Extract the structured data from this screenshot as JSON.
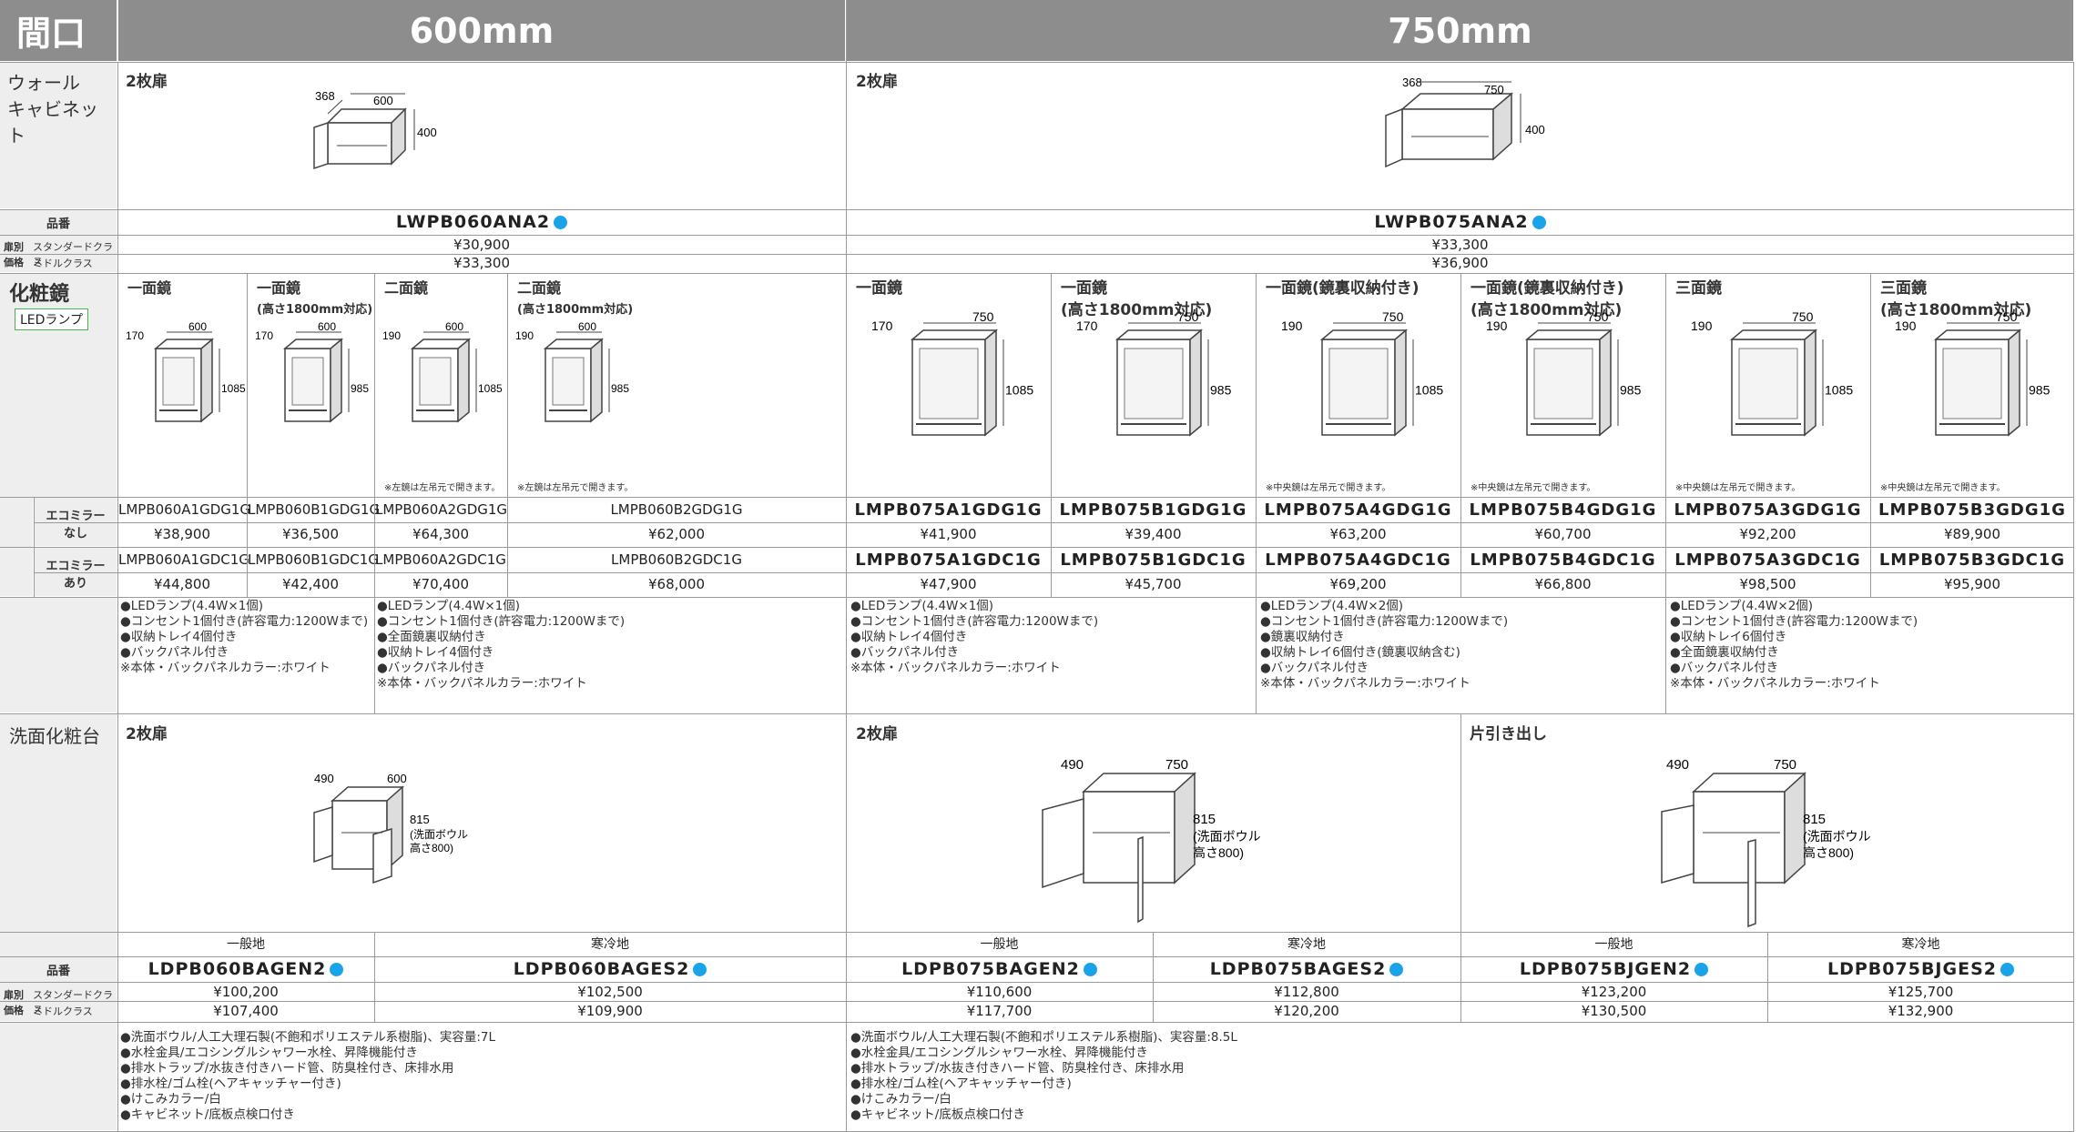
{
  "header": {
    "label": "間口",
    "col600": "600mm",
    "col750": "750mm"
  },
  "wall": {
    "label_line1": "ウォール",
    "label_line2": "キャビネット",
    "door600": "2枚扉",
    "door750": "2枚扉",
    "dims600": {
      "d": "368",
      "w": "600",
      "h": "400"
    },
    "dims750": {
      "d": "368",
      "w": "750",
      "h": "400"
    },
    "hinban_label": "品番",
    "pn600": "LWPB060ANA2",
    "pn750": "LWPB075ANA2",
    "price_label_a": "扉別",
    "price_label_b": "価格",
    "std_label": "スタンダードクラス",
    "mid_label": "ミドルクラス",
    "std600": "¥30,900",
    "std750": "¥33,300",
    "mid600": "¥33,300",
    "mid750": "¥36,900"
  },
  "mirror": {
    "label": "化粧鏡",
    "led_badge": "LEDランプ",
    "row1_label_a": "エコミラー",
    "row1_label_b": "なし",
    "row2_label_a": "エコミラー",
    "row2_label_b": "あり",
    "items": [
      {
        "t1": "一面鏡",
        "t2": "",
        "d": "170",
        "w": "600",
        "h": "1085",
        "note": "",
        "pn1": "LMPB060A1GDG1G",
        "p1": "¥38,900",
        "pn2": "LMPB060A1GDC1G",
        "p2": "¥44,800"
      },
      {
        "t1": "一面鏡",
        "t2": "(高さ1800mm対応)",
        "d": "170",
        "w": "600",
        "h": "985",
        "note": "",
        "pn1": "LMPB060B1GDG1G",
        "p1": "¥36,500",
        "pn2": "LMPB060B1GDC1G",
        "p2": "¥42,400"
      },
      {
        "t1": "二面鏡",
        "t2": "",
        "d": "190",
        "w": "600",
        "h": "1085",
        "note": "※左鏡は左吊元で開きます。",
        "pn1": "LMPB060A2GDG1G",
        "p1": "¥64,300",
        "pn2": "LMPB060A2GDC1G",
        "p2": "¥70,400"
      },
      {
        "t1": "二面鏡",
        "t2": "(高さ1800mm対応)",
        "d": "190",
        "w": "600",
        "h": "985",
        "note": "※左鏡は左吊元で開きます。",
        "pn1": "LMPB060B2GDG1G",
        "p1": "¥62,000",
        "pn2": "LMPB060B2GDC1G",
        "p2": "¥68,000"
      },
      {
        "t1": "一面鏡",
        "t2": "",
        "d": "170",
        "w": "750",
        "h": "1085",
        "note": "",
        "pn1": "LMPB075A1GDG1G",
        "p1": "¥41,900",
        "pn2": "LMPB075A1GDC1G",
        "p2": "¥47,900"
      },
      {
        "t1": "一面鏡",
        "t2": "(高さ1800mm対応)",
        "d": "170",
        "w": "750",
        "h": "985",
        "note": "",
        "pn1": "LMPB075B1GDG1G",
        "p1": "¥39,400",
        "pn2": "LMPB075B1GDC1G",
        "p2": "¥45,700"
      },
      {
        "t1": "一面鏡(鏡裏収納付き)",
        "t2": "",
        "d": "190",
        "w": "750",
        "h": "1085",
        "note": "※中央鏡は左吊元で開きます。",
        "pn1": "LMPB075A4GDG1G",
        "p1": "¥63,200",
        "pn2": "LMPB075A4GDC1G",
        "p2": "¥69,200"
      },
      {
        "t1": "一面鏡(鏡裏収納付き)",
        "t2": "(高さ1800mm対応)",
        "d": "190",
        "w": "750",
        "h": "985",
        "note": "※中央鏡は左吊元で開きます。",
        "pn1": "LMPB075B4GDG1G",
        "p1": "¥60,700",
        "pn2": "LMPB075B4GDC1G",
        "p2": "¥66,800"
      },
      {
        "t1": "三面鏡",
        "t2": "",
        "d": "190",
        "w": "750",
        "h": "1085",
        "note": "※中央鏡は左吊元で開きます。",
        "pn1": "LMPB075A3GDG1G",
        "p1": "¥92,200",
        "pn2": "LMPB075A3GDC1G",
        "p2": "¥98,500"
      },
      {
        "t1": "三面鏡",
        "t2": "(高さ1800mm対応)",
        "d": "190",
        "w": "750",
        "h": "985",
        "note": "※中央鏡は左吊元で開きます。",
        "pn1": "LMPB075B3GDG1G",
        "p1": "¥89,900",
        "pn2": "LMPB075B3GDC1G",
        "p2": "¥95,900"
      }
    ],
    "features": [
      [
        "●LEDランプ(4.4W×1個)",
        "●コンセント1個付き(許容電力:1200Wまで)",
        "●収納トレイ4個付き",
        "●バックパネル付き",
        "※本体・バックパネルカラー:ホワイト"
      ],
      [
        "●LEDランプ(4.4W×1個)",
        "●コンセント1個付き(許容電力:1200Wまで)",
        "●全面鏡裏収納付き",
        "●収納トレイ4個付き",
        "●バックパネル付き",
        "※本体・バックパネルカラー:ホワイト"
      ],
      [
        "●LEDランプ(4.4W×1個)",
        "●コンセント1個付き(許容電力:1200Wまで)",
        "●収納トレイ4個付き",
        "●バックパネル付き",
        "※本体・バックパネルカラー:ホワイト"
      ],
      [
        "●LEDランプ(4.4W×2個)",
        "●コンセント1個付き(許容電力:1200Wまで)",
        "●鏡裏収納付き",
        "●収納トレイ6個付き(鏡裏収納含む)",
        "●バックパネル付き",
        "※本体・バックパネルカラー:ホワイト"
      ],
      [
        "●LEDランプ(4.4W×2個)",
        "●コンセント1個付き(許容電力:1200Wまで)",
        "●収納トレイ6個付き",
        "●全面鏡裏収納付き",
        "●バックパネル付き",
        "※本体・バックパネルカラー:ホワイト"
      ]
    ]
  },
  "vanity": {
    "label": "洗面化粧台",
    "door600": "2枚扉",
    "door750": "2枚扉",
    "drawer750": "片引き出し",
    "dims600": {
      "d": "490",
      "w": "600",
      "h": "815",
      "note1": "(洗面ボウル",
      "note2": "高さ800)"
    },
    "dims750a": {
      "d": "490",
      "w": "750",
      "h": "815",
      "note1": "(洗面ボウル",
      "note2": "高さ800)"
    },
    "dims750b": {
      "d": "490",
      "w": "750",
      "h": "815",
      "note1": "(洗面ボウル",
      "note2": "高さ800)"
    },
    "region_general": "一般地",
    "region_cold": "寒冷地",
    "hinban_label": "品番",
    "price_label_a": "扉別",
    "price_label_b": "価格",
    "std_label": "スタンダードクラス",
    "mid_label": "ミドルクラス",
    "items": [
      {
        "pn": "LDPB060BAGEN2",
        "std": "¥100,200",
        "mid": "¥107,400"
      },
      {
        "pn": "LDPB060BAGES2",
        "std": "¥102,500",
        "mid": "¥109,900"
      },
      {
        "pn": "LDPB075BAGEN2",
        "std": "¥110,600",
        "mid": "¥117,700"
      },
      {
        "pn": "LDPB075BAGES2",
        "std": "¥112,800",
        "mid": "¥120,200"
      },
      {
        "pn": "LDPB075BJGEN2",
        "std": "¥123,200",
        "mid": "¥130,500"
      },
      {
        "pn": "LDPB075BJGES2",
        "std": "¥125,700",
        "mid": "¥132,900"
      }
    ],
    "features600": [
      "●洗面ボウル/人工大理石製(不飽和ポリエステル系樹脂)、実容量:7L",
      "●水栓金具/エコシングルシャワー水栓、昇降機能付き",
      "●排水トラップ/水抜き付きハード管、防臭栓付き、床排水用",
      "●排水栓/ゴム栓(ヘアキャッチャー付き)",
      "●けこみカラー/白",
      "●キャビネット/底板点検口付き"
    ],
    "features750": [
      "●洗面ボウル/人工大理石製(不飽和ポリエステル系樹脂)、実容量:8.5L",
      "●水栓金具/エコシングルシャワー水栓、昇降機能付き",
      "●排水トラップ/水抜き付きハード管、防臭栓付き、床排水用",
      "●排水栓/ゴム栓(ヘアキャッチャー付き)",
      "●けこみカラー/白",
      "●キャビネット/底板点検口付き"
    ]
  }
}
